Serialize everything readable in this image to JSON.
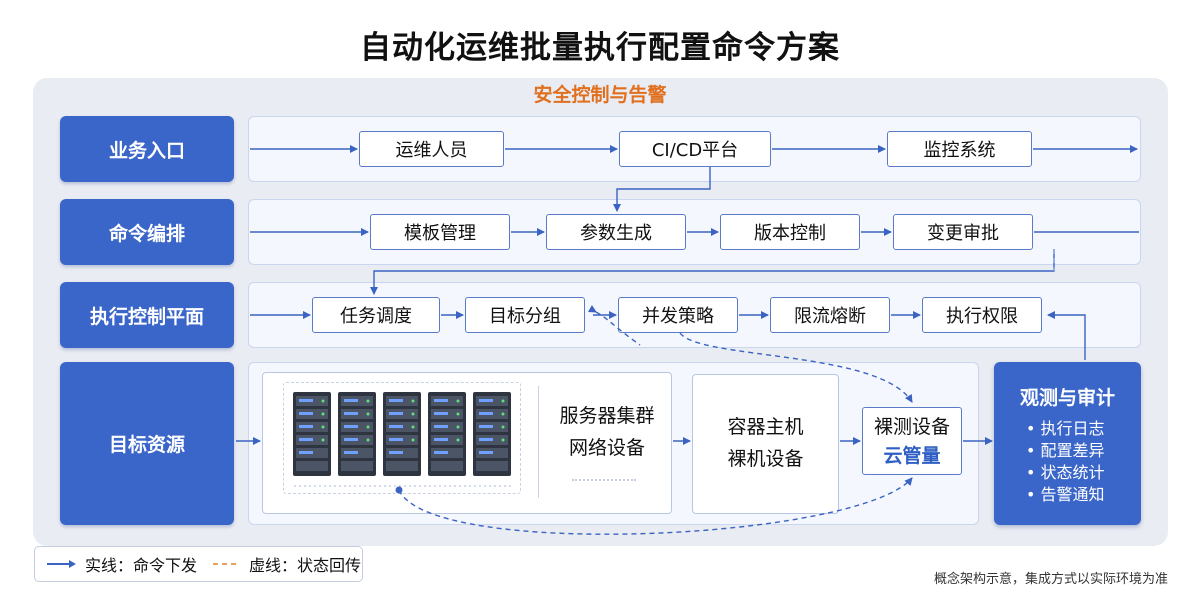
{
  "title": "自动化运维批量执行配置命令方案",
  "subtitle": "安全控制与告警",
  "lanes": {
    "business": {
      "label": "业务入口",
      "nodes": [
        "运维人员",
        "CI/CD平台",
        "监控系统"
      ]
    },
    "orchestration": {
      "label": "命令编排",
      "nodes": [
        "模板管理",
        "参数生成",
        "版本控制",
        "变更审批"
      ]
    },
    "execution": {
      "label": "执行控制平面",
      "nodes": [
        "任务调度",
        "目标分组",
        "并发策略",
        "限流熔断",
        "执行权限"
      ]
    },
    "targets": {
      "label": "目标资源",
      "server_cluster": "服务器集群",
      "network_devices": "网络设备",
      "container_host": "容器主机",
      "bare_metal": "裸机设备",
      "bare_metal_box": "裸测设备",
      "cloud_box": "云管量"
    }
  },
  "audit": {
    "title": "观测与审计",
    "items": [
      "执行日志",
      "配置差异",
      "状态统计",
      "告警通知"
    ]
  },
  "legend": {
    "solid": "实线：命令下发",
    "dashed": "虚线：状态回传"
  },
  "footnote": "概念架构示意，集成方式以实际环境为准",
  "colors": {
    "lane_label": "#3b66c9",
    "line": "#3a63c2",
    "dashed_line": "#e8a060",
    "accent": "#e0701f"
  }
}
